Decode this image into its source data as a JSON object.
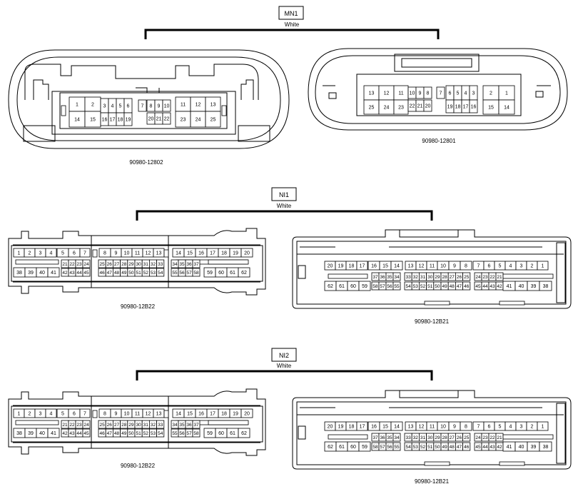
{
  "groups": [
    {
      "name": "MN1",
      "color": "White",
      "left_part": "90980-12802",
      "right_part": "90980-12801"
    },
    {
      "name": "NI1",
      "color": "White",
      "left_part": "90980-12B22",
      "right_part": "90980-12B21"
    },
    {
      "name": "NI2",
      "color": "White",
      "left_part": "90980-12B22",
      "right_part": "90980-12B21"
    }
  ]
}
